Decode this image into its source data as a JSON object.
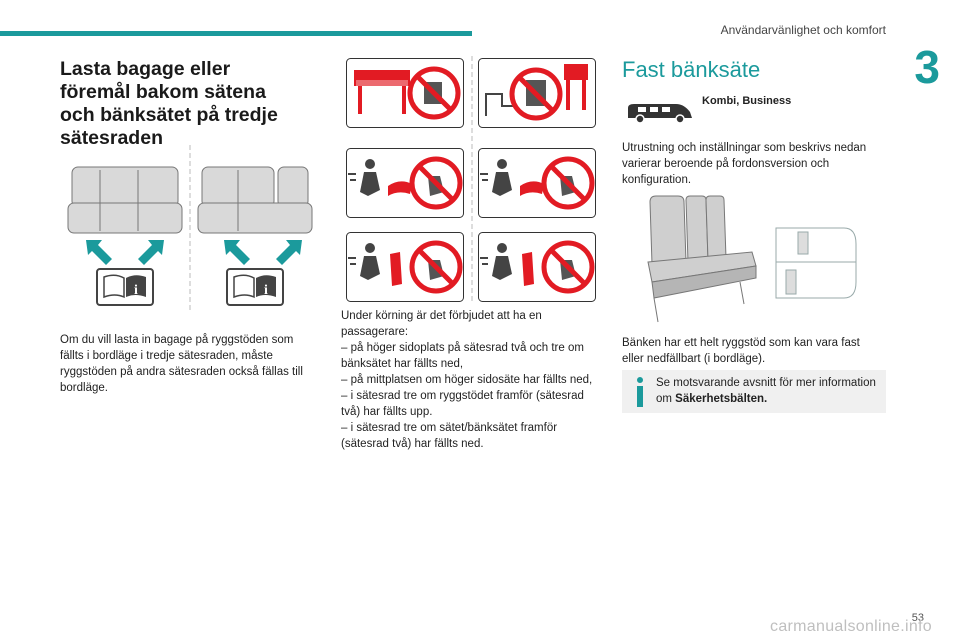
{
  "header": {
    "section_title": "Användarvänlighet och komfort",
    "chapter": "3",
    "page_number": "53"
  },
  "left_column": {
    "heading": "Lasta bagage eller föremål bakom sätena och bänksätet på tredje sätesraden",
    "body": "Om du vill lasta in bagage på ryggstöden som fällts i bordläge i tredje sätesraden, måste ryggstöden på andra sätesraden också fällas till bordläge."
  },
  "middle_column": {
    "intro": "Under körning är det förbjudet att ha en passagerare:",
    "items": [
      "– på höger sidoplats på sätesrad två och tre om bänksätet har fällts ned,",
      "– på mittplatsen om höger sidosäte har fällts ned,",
      "– i sätesrad tre om ryggstödet framför (sätesrad två) har fällts upp.",
      "– i sätesrad tre om sätet/bänksätet framför (sätesrad två) har fällts ned."
    ]
  },
  "right_column": {
    "heading": "Fast bänksäte",
    "van_label": "Kombi, Business",
    "body1": "Utrustning och inställningar som beskrivs nedan varierar beroende på fordonsversion och konfiguration.",
    "body2": "Bänken har ett helt ryggstöd som kan vara fast eller nedfällbart (i bordläge).",
    "info_text": "Se motsvarande avsnitt för mer information om ",
    "info_bold": "Säkerhetsbälten."
  },
  "watermark": "carmanualsonline.info",
  "colors": {
    "teal": "#1b9a9c",
    "red": "#e21b23",
    "gray": "#6d6d6d"
  },
  "icons": [
    "book-info-icon",
    "arrow-up-icon",
    "no-passenger-icon",
    "van-icon",
    "info-icon"
  ]
}
